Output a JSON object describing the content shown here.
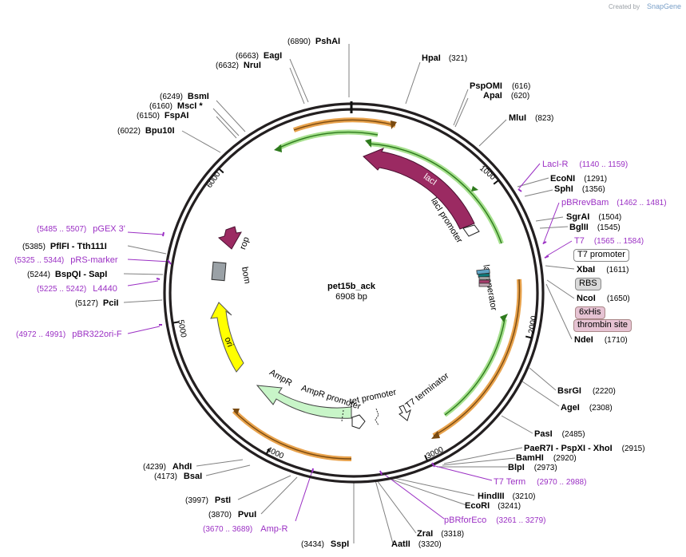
{
  "credit": {
    "text": "Created by",
    "brand": "SnapGene"
  },
  "plasmid": {
    "name": "pet15b_ack",
    "length_label": "6908 bp",
    "length": 6908
  },
  "ticks": [
    "1000",
    "2000",
    "3000",
    "4000",
    "5000",
    "6000"
  ],
  "features": {
    "lacI": "lacI",
    "lacI_promoter": "lacI promoter",
    "lac_operator": "lac operator",
    "rop": "rop",
    "bom": "bom",
    "ori": "ori",
    "ampR": "AmpR",
    "ampR_promoter": "AmpR promoter",
    "tet_promoter": "tet promoter",
    "t7_terminator": "T7 terminator"
  },
  "boxed_features": {
    "t7_promoter": "T7 promoter",
    "rbs": "RBS",
    "his": "6xHis",
    "thrombin": "thrombin site"
  },
  "sites": {
    "pshai": {
      "name": "PshAI",
      "pos": "(6890)"
    },
    "eagi": {
      "name": "EagI",
      "pos": "(6663)"
    },
    "nrui": {
      "name": "NruI",
      "pos": "(6632)"
    },
    "bsmi": {
      "name": "BsmI",
      "pos": "(6249)"
    },
    "msci": {
      "name": "MscI *",
      "pos": "(6160)"
    },
    "fspai": {
      "name": "FspAI",
      "pos": "(6150)"
    },
    "bpu10i": {
      "name": "Bpu10I",
      "pos": "(6022)"
    },
    "hpai": {
      "name": "HpaI",
      "pos": "(321)"
    },
    "pspomi": {
      "name": "PspOMI",
      "pos": "(616)"
    },
    "apai": {
      "name": "ApaI",
      "pos": "(620)"
    },
    "mlui": {
      "name": "MluI",
      "pos": "(823)"
    },
    "econi": {
      "name": "EcoNI",
      "pos": "(1291)"
    },
    "sphi": {
      "name": "SphI",
      "pos": "(1356)"
    },
    "sgrai": {
      "name": "SgrAI",
      "pos": "(1504)"
    },
    "bglii": {
      "name": "BglII",
      "pos": "(1545)"
    },
    "xbai": {
      "name": "XbaI",
      "pos": "(1611)"
    },
    "ncoi": {
      "name": "NcoI",
      "pos": "(1650)"
    },
    "ndei": {
      "name": "NdeI",
      "pos": "(1710)"
    },
    "bsrgi": {
      "name": "BsrGI",
      "pos": "(2220)"
    },
    "agei": {
      "name": "AgeI",
      "pos": "(2308)"
    },
    "pasi": {
      "name": "PasI",
      "pos": "(2485)"
    },
    "paer7i": {
      "name": "PaeR7I - PspXI - XhoI",
      "pos": "(2915)"
    },
    "bamhi": {
      "name": "BamHI",
      "pos": "(2920)"
    },
    "blpi": {
      "name": "BlpI",
      "pos": "(2973)"
    },
    "hindiii": {
      "name": "HindIII",
      "pos": "(3210)"
    },
    "ecori": {
      "name": "EcoRI",
      "pos": "(3241)"
    },
    "zrai": {
      "name": "ZraI",
      "pos": "(3318)"
    },
    "aatii": {
      "name": "AatII",
      "pos": "(3320)"
    },
    "sspi": {
      "name": "SspI",
      "pos": "(3434)"
    },
    "pvui": {
      "name": "PvuI",
      "pos": "(3870)"
    },
    "psti": {
      "name": "PstI",
      "pos": "(3997)"
    },
    "bsai": {
      "name": "BsaI",
      "pos": "(4173)"
    },
    "ahdi": {
      "name": "AhdI",
      "pos": "(4239)"
    },
    "pcii": {
      "name": "PciI",
      "pos": "(5127)"
    },
    "bspqi": {
      "name": "BspQI - SapI",
      "pos": "(5244)"
    },
    "pflfi": {
      "name": "PflFI - Tth111I",
      "pos": "(5385)"
    }
  },
  "primers": {
    "lacir": {
      "name": "LacI-R",
      "range": "(1140 .. 1159)"
    },
    "pbrrevbam": {
      "name": "pBRrevBam",
      "range": "(1462 .. 1481)"
    },
    "t7": {
      "name": "T7",
      "range": "(1565 .. 1584)"
    },
    "t7term": {
      "name": "T7 Term",
      "range": "(2970 .. 2988)"
    },
    "pbrforeco": {
      "name": "pBRforEco",
      "range": "(3261 .. 3279)"
    },
    "ampr": {
      "name": "Amp-R",
      "range": "(3670 .. 3689)"
    },
    "pbr322ori": {
      "name": "pBR322ori-F",
      "range": "(4972 .. 4991)"
    },
    "l4440": {
      "name": "L4440",
      "range": "(5225 .. 5242)"
    },
    "prsmarker": {
      "name": "pRS-marker",
      "range": "(5325 .. 5344)"
    },
    "pgex3": {
      "name": "pGEX 3'",
      "range": "(5485 .. 5507)"
    }
  },
  "colors": {
    "lacI": "#9b2a62",
    "lacI_light": "#c9507f",
    "orf": "#e8a24c",
    "green": "#3f9a2a",
    "ampR": "#c8f5c8",
    "ori": "#ffff00",
    "rop": "#9b2a62",
    "primer": "#9b30c4",
    "box_grey": "#d9d9d9",
    "box_pink": "#e6c3d3"
  }
}
